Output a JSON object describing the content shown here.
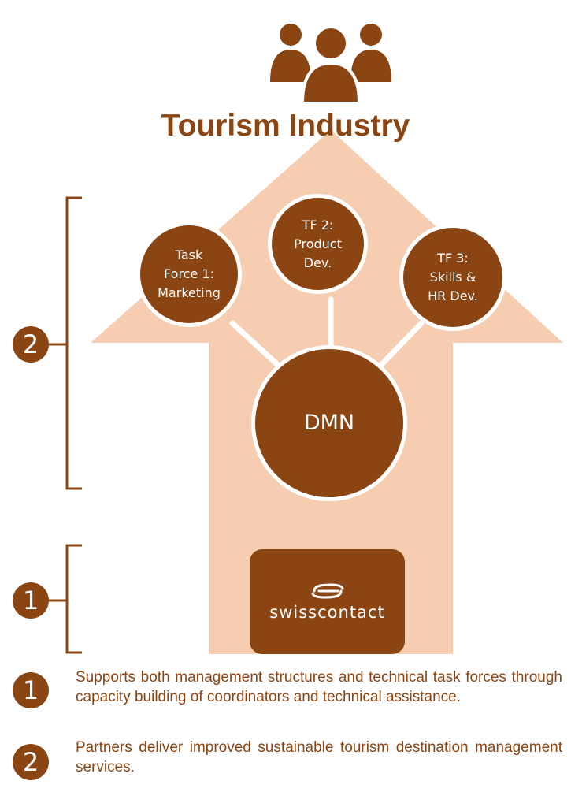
{
  "colors": {
    "brown": "#8b4513",
    "arrow": "#f6cdb0",
    "white": "#ffffff"
  },
  "header": {
    "icon": "people-group-icon",
    "title": "Tourism Industry"
  },
  "task_forces": [
    {
      "label": "Task\nForce 1:\nMarketing"
    },
    {
      "label": "TF 2:\nProduct\nDev."
    },
    {
      "label": "TF 3:\nSkills &\nHR Dev."
    }
  ],
  "hub": {
    "label": "DMN"
  },
  "brackets": [
    {
      "number": "2"
    },
    {
      "number": "1"
    }
  ],
  "logo": {
    "icon": "swisscontact-swirl-icon",
    "text": "swisscontact"
  },
  "legend": [
    {
      "number": "1",
      "text": "Supports both management structures and technical task forces through capacity building of coordinators and technical assistance."
    },
    {
      "number": "2",
      "text": "Partners deliver improved sustainable tourism destination management services."
    }
  ]
}
